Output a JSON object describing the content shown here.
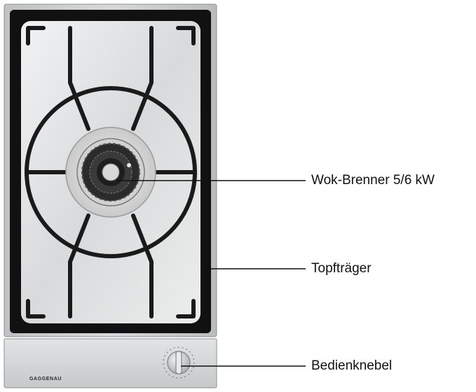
{
  "callouts": {
    "burner": "Wok-Brenner 5/6 kW",
    "grate": "Topfträger",
    "knob": "Bedienknebel"
  },
  "brand": "GAGGENAU",
  "icons": {
    "burner": "wok-burner-icon",
    "knob": "control-knob-icon"
  },
  "colors": {
    "frame_steel": "#c9cbcc",
    "glass_black": "#111111",
    "surface_steel": "#e3e4e5",
    "grate_iron": "#1a1a1a"
  }
}
